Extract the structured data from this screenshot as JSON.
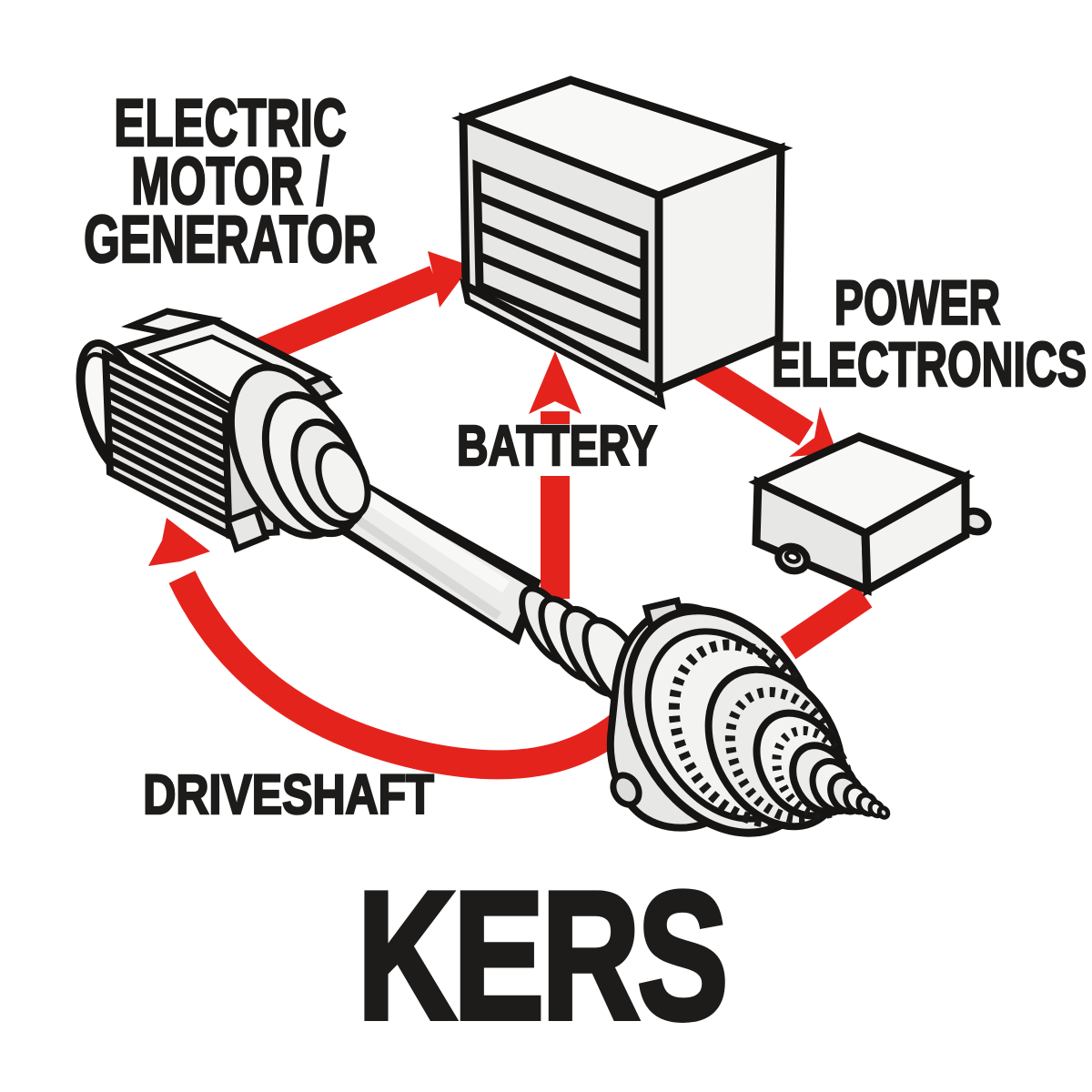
{
  "title": {
    "text": "KERS"
  },
  "diagram": {
    "parts": {
      "motor": {
        "label_line1": "ELECTRIC",
        "label_line2": "MOTOR /",
        "label_line3": "GENERATOR"
      },
      "battery": {
        "label": "BATTERY"
      },
      "power_electronics": {
        "label_line1": "POWER",
        "label_line2": "ELECTRONICS"
      },
      "driveshaft": {
        "label": "DRIVESHAFT"
      }
    },
    "flows": [
      {
        "from": "electric motor/generator",
        "to": "battery"
      },
      {
        "from": "driveshaft",
        "to": "battery"
      },
      {
        "from": "battery",
        "to": "power electronics"
      },
      {
        "from": "power electronics",
        "to": "driveshaft"
      },
      {
        "from": "driveshaft",
        "to": "electric motor/generator"
      }
    ],
    "colors": {
      "arrow_red": "#e5231d",
      "outline_black": "#161514",
      "machine_grey": "#ececea",
      "background": "#ffffff",
      "text": "#1d1c1b"
    }
  }
}
